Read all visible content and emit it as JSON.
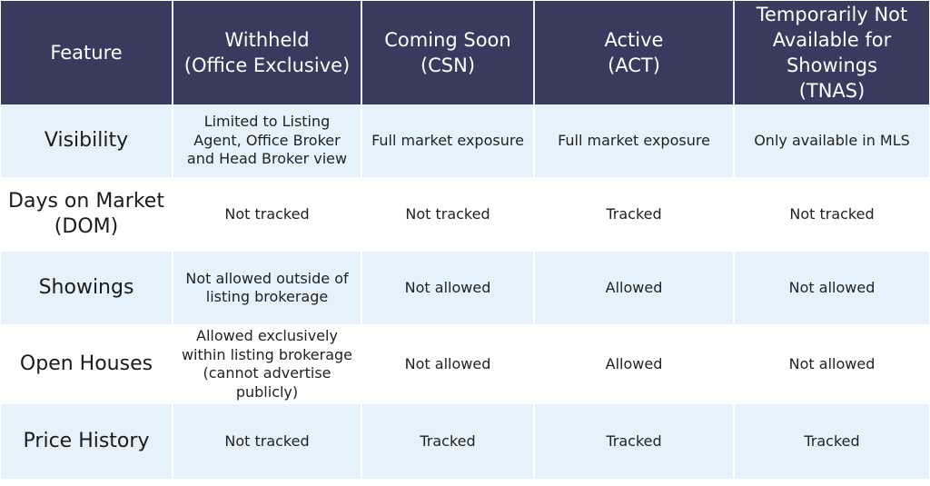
{
  "header": {
    "feature": "Feature",
    "withheld": "Withheld\n(Office Exclusive)",
    "coming_soon": "Coming Soon\n(CSN)",
    "active": "Active\n(ACT)",
    "tnas": "Temporarily Not\nAvailable for\nShowings\n(TNAS)"
  },
  "rows": [
    {
      "feature": "Visibility",
      "withheld": "Limited to Listing Agent, Office Broker and Head Broker view",
      "coming_soon": "Full market exposure",
      "active": "Full market exposure",
      "tnas": "Only available in MLS"
    },
    {
      "feature": "Days on Market (DOM)",
      "withheld": "Not tracked",
      "coming_soon": "Not tracked",
      "active": "Tracked",
      "tnas": "Not tracked"
    },
    {
      "feature": "Showings",
      "withheld": "Not allowed outside of listing brokerage",
      "coming_soon": "Not allowed",
      "active": "Allowed",
      "tnas": "Not allowed"
    },
    {
      "feature": "Open Houses",
      "withheld": "Allowed exclusively within listing brokerage (cannot advertise publicly)",
      "coming_soon": "Not allowed",
      "active": "Allowed",
      "tnas": "Not allowed"
    },
    {
      "feature": "Price History",
      "withheld": "Not tracked",
      "coming_soon": "Tracked",
      "active": "Tracked",
      "tnas": "Tracked"
    }
  ],
  "colors": {
    "header_bg": "#373c5e",
    "alt_row_bg": "#e6f2fb",
    "plain_row_bg": "#ffffff"
  }
}
